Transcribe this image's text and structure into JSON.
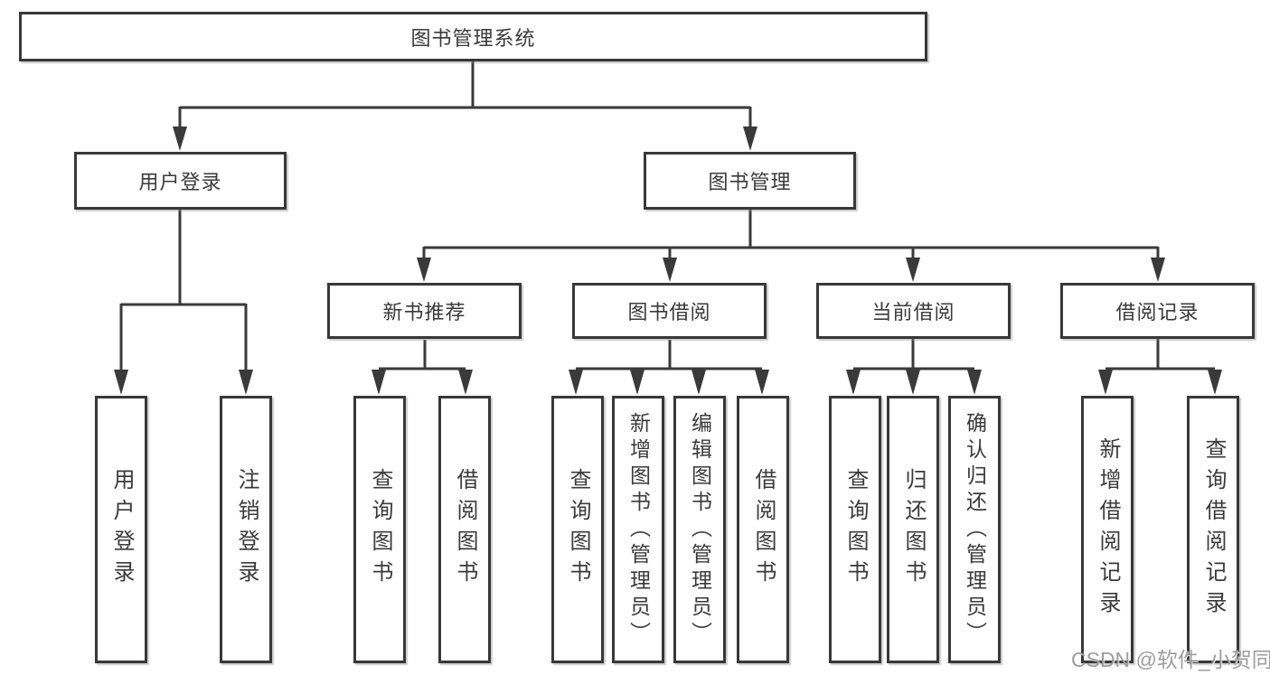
{
  "root": {
    "label": "图书管理系统"
  },
  "level2": {
    "user_login": "用户登录",
    "book_mgmt": "图书管理"
  },
  "level3": {
    "new_books": "新书推荐",
    "borrowing": "图书借阅",
    "current": "当前借阅",
    "records": "借阅记录"
  },
  "leaves": {
    "user_login_login": "用户登录",
    "user_login_logout": "注销登录",
    "new_books_query": "查询图书",
    "new_books_borrow": "借阅图书",
    "borrowing_query": "查询图书",
    "borrowing_add": "新增图书（管理员）",
    "borrowing_edit": "编辑图书（管理员）",
    "borrowing_borrow": "借阅图书",
    "current_query": "查询图书",
    "current_return": "归还图书",
    "current_confirm": "确认归还（管理员）",
    "records_add": "新增借阅记录",
    "records_query": "查询借阅记录"
  },
  "watermark": {
    "text": "CSDN @软件_小贺同学"
  },
  "colors": {
    "line": "#3a3a3a",
    "box_border": "#383838",
    "box_fill": "#ffffff",
    "text": "#3a3a3a",
    "watermark": "#949494",
    "background": "#ffffff"
  }
}
